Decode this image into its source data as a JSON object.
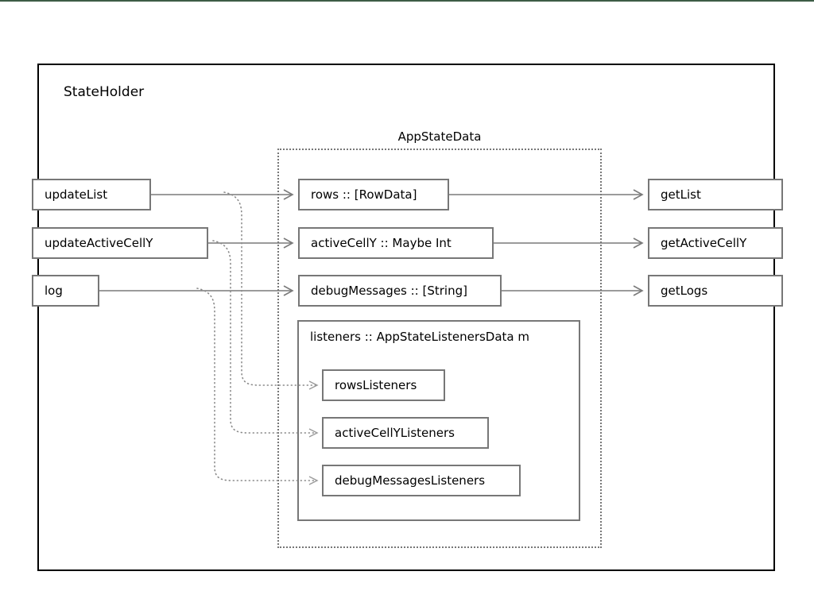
{
  "page": {
    "title": "StateHolder",
    "accent_top_bar_color": "#3d5d46",
    "background_color": "#ffffff",
    "box_border_color": "#777777",
    "edge_color": "#7a7a7a"
  },
  "outer": {
    "label": "StateHolder"
  },
  "app_state": {
    "label": "AppStateData"
  },
  "listeners_group": {
    "label": "listeners :: AppStateListenersData m"
  },
  "inputs": [
    {
      "label": "updateList"
    },
    {
      "label": "updateActiveCellY"
    },
    {
      "label": "log"
    }
  ],
  "state_fields": [
    {
      "label": "rows :: [RowData]"
    },
    {
      "label": "activeCellY :: Maybe Int"
    },
    {
      "label": "debugMessages :: [String]"
    }
  ],
  "listeners": [
    {
      "label": "rowsListeners"
    },
    {
      "label": "activeCellYListeners"
    },
    {
      "label": "debugMessagesListeners"
    }
  ],
  "outputs": [
    {
      "label": "getList"
    },
    {
      "label": "getActiveCellY"
    },
    {
      "label": "getLogs"
    }
  ]
}
